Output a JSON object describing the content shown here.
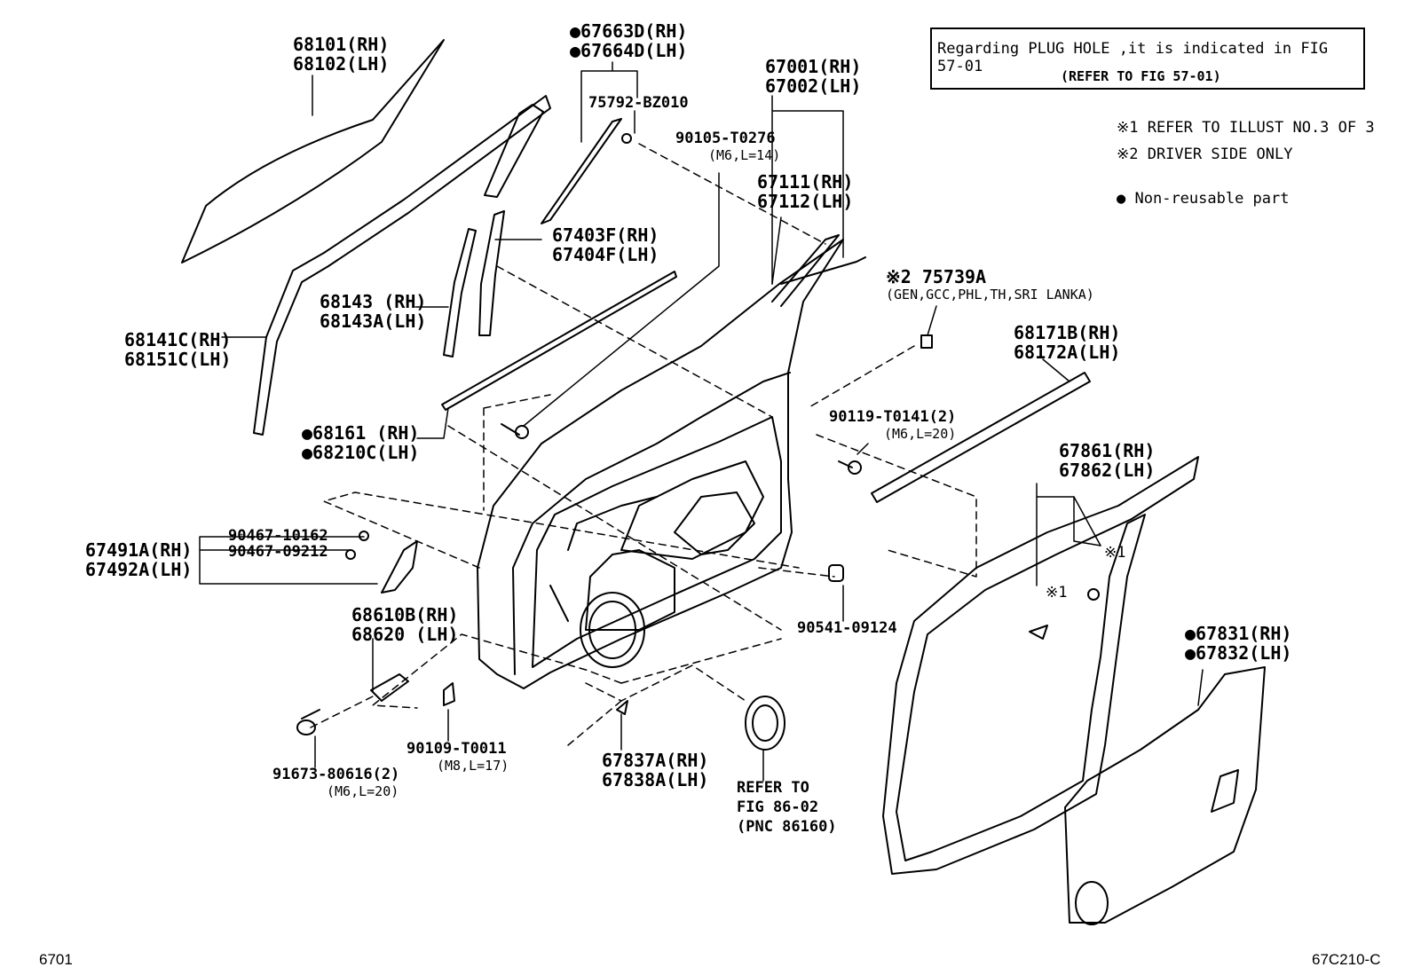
{
  "notes": {
    "plug_hole_line1": "Regarding PLUG HOLE ,it is indicated in FIG 57-01",
    "plug_hole_line2": "(REFER TO FIG 57-01)",
    "ref1": "※1 REFER TO ILLUST NO.3 OF 3",
    "ref2": "※2 DRIVER SIDE ONLY",
    "legend_nonreusable": "Non-reusable part"
  },
  "corners": {
    "bottom_left": "6701",
    "bottom_right": "67C210-C"
  },
  "labels": {
    "p68101": "68101(RH)",
    "p68102": "68102(LH)",
    "p67663": "67663D(RH)",
    "p67664": "67664D(LH)",
    "p75792": "75792-BZ010",
    "p90105": "90105-T0276",
    "p90105s": "(M6,L=14)",
    "p67001": "67001(RH)",
    "p67002": "67002(LH)",
    "p67111": "67111(RH)",
    "p67112": "67112(LH)",
    "p67403": "67403F(RH)",
    "p67404": "67404F(LH)",
    "p68143": "68143  (RH)",
    "p68143a": "68143A(LH)",
    "p68141": "68141C(RH)",
    "p68151": "68151C(LH)",
    "p68161": "68161  (RH)",
    "p68210": "68210C(LH)",
    "p75739": "※2 75739A",
    "p75739s": "(GEN,GCC,PHL,TH,SRI LANKA)",
    "p68171": "68171B(RH)",
    "p68172": "68172A(LH)",
    "p90119": "90119-T0141(2)",
    "p90119s": "(M6,L=20)",
    "p67861": "67861(RH)",
    "p67862": "67862(LH)",
    "ref_mark_a": "※1",
    "ref_mark_b": "※1",
    "p90467a": "90467-10162",
    "p90467b": "90467-09212",
    "p67491": "67491A(RH)",
    "p67492": "67492A(LH)",
    "p68610": "68610B(RH)",
    "p68620": "68620  (LH)",
    "p90541": "90541-09124",
    "p67831": "67831(RH)",
    "p67832": "67832(LH)",
    "p90109": "90109-T0011",
    "p90109s": "(M8,L=17)",
    "p91673": "91673-80616(2)",
    "p91673s": "(M6,L=20)",
    "p67837": "67837A(RH)",
    "p67838": "67838A(LH)",
    "refer1": "REFER TO",
    "refer2": "FIG 86-02",
    "refer3": "(PNC 86160)"
  }
}
